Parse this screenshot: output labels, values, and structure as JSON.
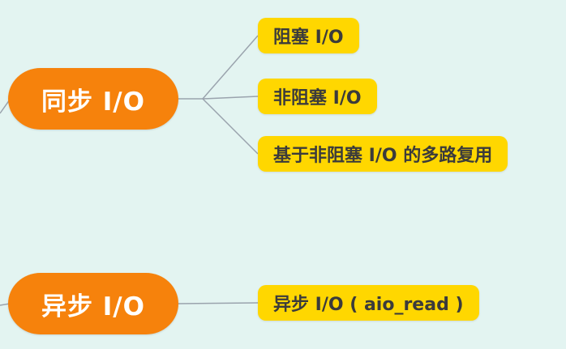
{
  "canvas": {
    "background_color": "#e3f4f1"
  },
  "colors": {
    "branch_node_fill": "#f6820c",
    "branch_node_text": "#ffffff",
    "leaf_node_fill": "#ffd700",
    "leaf_node_text": "#3b3b3b",
    "connector_line": "#9aa3ad"
  },
  "nodes": {
    "sync": {
      "label": "同步 I/O"
    },
    "async_root": {
      "label": "异步 I/O"
    },
    "blocking": {
      "label": "阻塞 I/O"
    },
    "nonblocking": {
      "label": "非阻塞 I/O"
    },
    "multiplexing": {
      "label": "基于非阻塞 I/O 的多路复用"
    },
    "aio_read": {
      "label": "异步 I/O ( aio_read )"
    }
  },
  "edges": [
    {
      "from": "offscreen-parent",
      "to": "sync"
    },
    {
      "from": "sync",
      "to": "blocking"
    },
    {
      "from": "sync",
      "to": "nonblocking"
    },
    {
      "from": "sync",
      "to": "multiplexing"
    },
    {
      "from": "offscreen-parent",
      "to": "async_root"
    },
    {
      "from": "async_root",
      "to": "aio_read"
    }
  ]
}
